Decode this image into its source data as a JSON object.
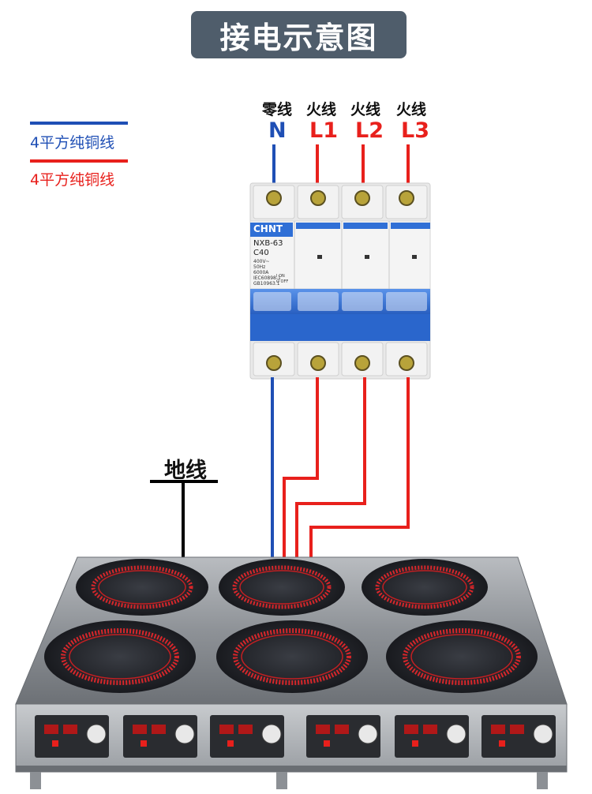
{
  "title": "接电示意图",
  "legend": [
    {
      "text": "4平方纯铜线",
      "color": "#1f4fb5"
    },
    {
      "text": "4平方纯铜线",
      "color": "#e8201c"
    }
  ],
  "terminals": [
    {
      "name": "零线",
      "code": "N",
      "color": "#1f4fb5"
    },
    {
      "name": "火线",
      "code": "L1",
      "color": "#e8201c"
    },
    {
      "name": "火线",
      "code": "L2",
      "color": "#e8201c"
    },
    {
      "name": "火线",
      "code": "L3",
      "color": "#e8201c"
    }
  ],
  "earth_label": "地线",
  "breaker": {
    "brand": "CHNT",
    "model": "NXB-63",
    "rating": "C40",
    "voltage": "400V~",
    "frequency": "50Hz",
    "capacity": "6000A",
    "standard1": "IEC60898-1",
    "standard2": "GB10963.1",
    "on_label": "I ON",
    "off_label": "O OFF"
  },
  "colors": {
    "neutral": "#1f4fb5",
    "live": "#e8201c",
    "banner": "#4f5d6b",
    "breaker_blue": "#2f6fd6"
  }
}
